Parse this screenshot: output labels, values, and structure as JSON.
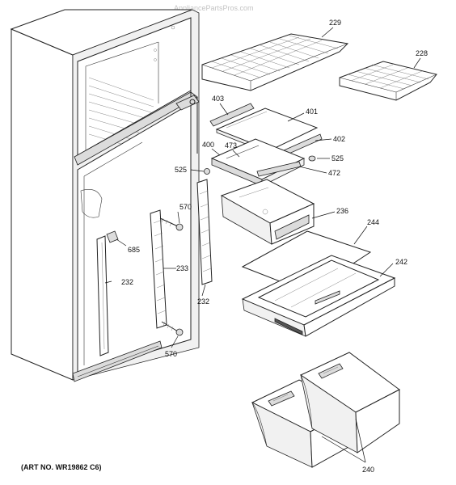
{
  "watermark": "AppliancePartsPros.com",
  "art_number": "(ART NO. WR19862 C6)",
  "callouts": {
    "p229": "229",
    "p228": "228",
    "p403": "403",
    "p401": "401",
    "p402": "402",
    "p400": "400",
    "p473": "473",
    "p525a": "525",
    "p525b": "525",
    "p472": "472",
    "p570a": "570",
    "p570b": "570",
    "p236": "236",
    "p244": "244",
    "p685": "685",
    "p233": "233",
    "p242": "242",
    "p232a": "232",
    "p232b": "232",
    "p240": "240"
  }
}
